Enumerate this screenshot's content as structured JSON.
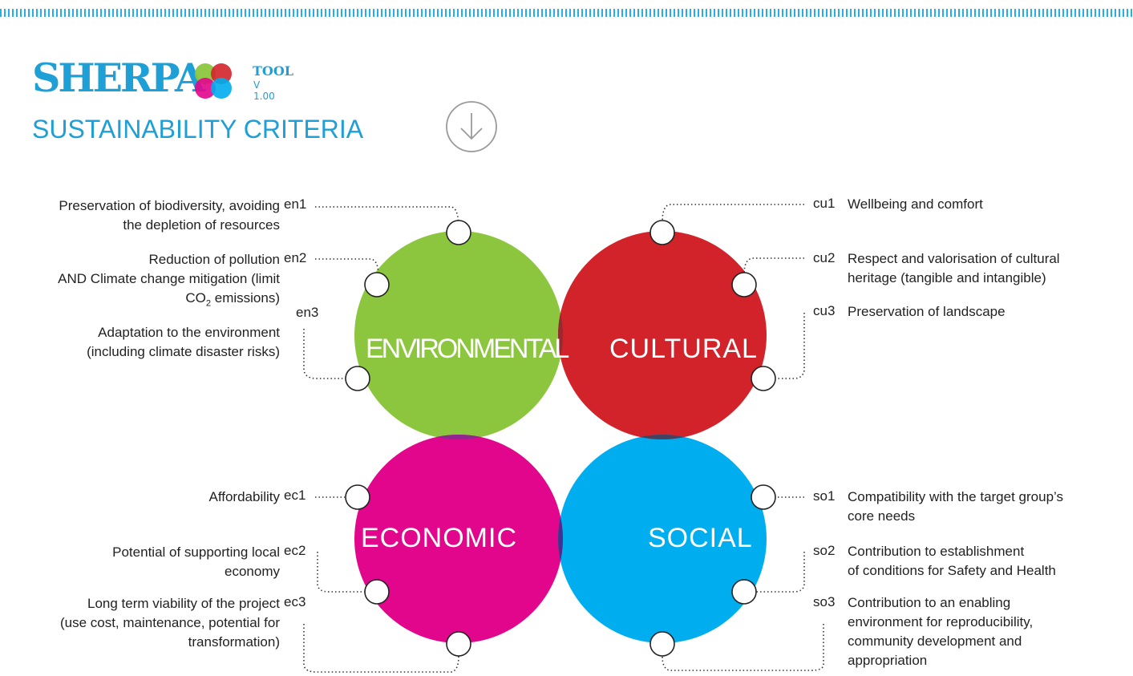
{
  "logo": {
    "word": "SHERPA",
    "tool": "TOOL",
    "version": "V 1.00"
  },
  "subtitle": "SUSTAINABILITY CRITERIA",
  "icons": {
    "scroll_down": "arrow-down-circle-icon"
  },
  "colors": {
    "environmental": "#8cc63f",
    "cultural": "#d2232a",
    "economic": "#e2068c",
    "social": "#00adee",
    "brand": "#1e9fd6"
  },
  "categories": {
    "environmental": "ENVIRONMENTAL",
    "cultural": "CULTURAL",
    "economic": "ECONOMIC",
    "social": "SOCIAL"
  },
  "criteria": {
    "en1": {
      "code": "en1",
      "line1": "Preservation of biodiversity, avoiding",
      "line2": "the depletion of resources"
    },
    "en2": {
      "code": "en2",
      "line1": "Reduction of pollution",
      "line2": "AND  Climate change mitigation  (limit",
      "line3a": "CO",
      "line3sub": "2",
      "line3b": " emissions)"
    },
    "en3": {
      "code": "en3",
      "line1": "Adaptation to the environment",
      "line2": "(including climate disaster risks)"
    },
    "cu1": {
      "code": "cu1",
      "line1": "Wellbeing and comfort"
    },
    "cu2": {
      "code": "cu2",
      "line1": "Respect and valorisation of cultural",
      "line2": "heritage (tangible and intangible)"
    },
    "cu3": {
      "code": "cu3",
      "line1": "Preservation of landscape"
    },
    "ec1": {
      "code": "ec1",
      "line1": "Affordability"
    },
    "ec2": {
      "code": "ec2",
      "line1": "Potential of supporting local",
      "line2": "economy"
    },
    "ec3": {
      "code": "ec3",
      "line1": "Long term viability of the project",
      "line2": "(use cost, maintenance, potential for",
      "line3": "transformation)"
    },
    "so1": {
      "code": "so1",
      "line1": "Compatibility with the target group’s",
      "line2": "core needs"
    },
    "so2": {
      "code": "so2",
      "line1": "Contribution to establishment",
      "line2": "of conditions for Safety and Health"
    },
    "so3": {
      "code": "so3",
      "line1": "Contribution to an enabling",
      "line2": "environment for reproducibility,",
      "line3": "community development and",
      "line4": "appropriation"
    }
  }
}
